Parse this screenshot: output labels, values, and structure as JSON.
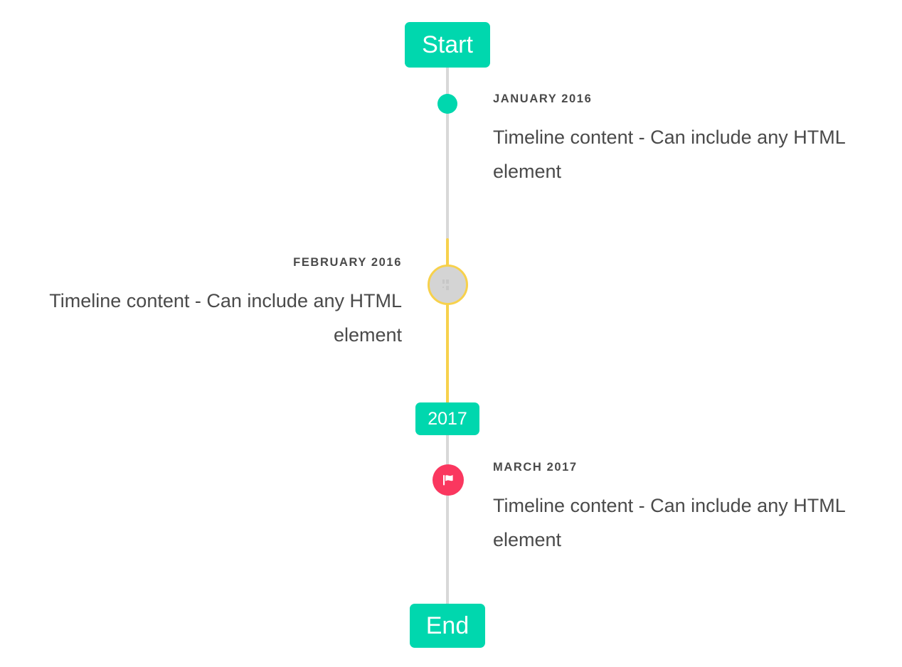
{
  "colors": {
    "accent_teal": "#00d7ae",
    "accent_yellow": "#f7d14c",
    "accent_pink": "#fa375f",
    "rail_gray": "#d8d8d8",
    "marker_gray": "#d4d4d4",
    "text_gray": "#4a4a4a",
    "background": "#ffffff"
  },
  "timeline": {
    "start_cap": {
      "label": "Start"
    },
    "end_cap": {
      "label": "End"
    },
    "year_marker": {
      "label": "2017"
    },
    "events": [
      {
        "id": "january-2016",
        "label": "JANUARY 2016",
        "body": "Timeline content - Can include any HTML element",
        "side": "right",
        "marker": "dot-icon",
        "marker_color": "#00d7ae"
      },
      {
        "id": "february-2016",
        "label": "FEBRUARY 2016",
        "body": "Timeline content - Can include any HTML element",
        "side": "left",
        "marker": "broken-image-icon",
        "marker_color": "#d4d4d4",
        "marker_ring_color": "#f7d14c"
      },
      {
        "id": "march-2017",
        "label": "MARCH 2017",
        "body": "Timeline content - Can include any HTML element",
        "side": "right",
        "marker": "flag-icon",
        "marker_color": "#fa375f"
      }
    ]
  }
}
